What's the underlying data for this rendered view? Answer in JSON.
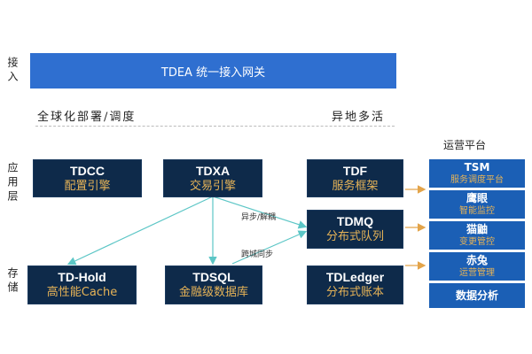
{
  "layers": {
    "access": "接入",
    "application": "应用层",
    "storage": "存储"
  },
  "gateway": {
    "label": "TDEA 统一接入网关"
  },
  "principles": {
    "left": "全球化部署/调度",
    "right": "异地多活"
  },
  "ops_platform": {
    "title": "运营平台",
    "items": [
      {
        "title": "TSM",
        "subtitle": "服务调度平台"
      },
      {
        "title": "鹰眼",
        "subtitle": "智能监控"
      },
      {
        "title": "猫鼬",
        "subtitle": "变更管控"
      },
      {
        "title": "赤兔",
        "subtitle": "运营管理"
      },
      {
        "title": "数据分析",
        "subtitle": ""
      }
    ]
  },
  "nodes": {
    "tdcc": {
      "title": "TDCC",
      "subtitle": "配置引擎"
    },
    "tdxa": {
      "title": "TDXA",
      "subtitle": "交易引擎"
    },
    "tdf": {
      "title": "TDF",
      "subtitle": "服务框架"
    },
    "tdmq": {
      "title": "TDMQ",
      "subtitle": "分布式队列"
    },
    "tdhold": {
      "title": "TD-Hold",
      "subtitle": "高性能Cache"
    },
    "tdsql": {
      "title": "TDSQL",
      "subtitle": "金融级数据库"
    },
    "tdledger": {
      "title": "TDLedger",
      "subtitle": "分布式账本"
    }
  },
  "edges": {
    "async_decouple": "异步/解耦",
    "cross_city_sync": "跨城同步"
  },
  "colors": {
    "gateway": "#2f6fd0",
    "node": "#0e2a4a",
    "accent": "#e6b357",
    "ops": "#1b5fb5",
    "arrow": "#5cc6c6",
    "orange": "#e3a44a"
  }
}
